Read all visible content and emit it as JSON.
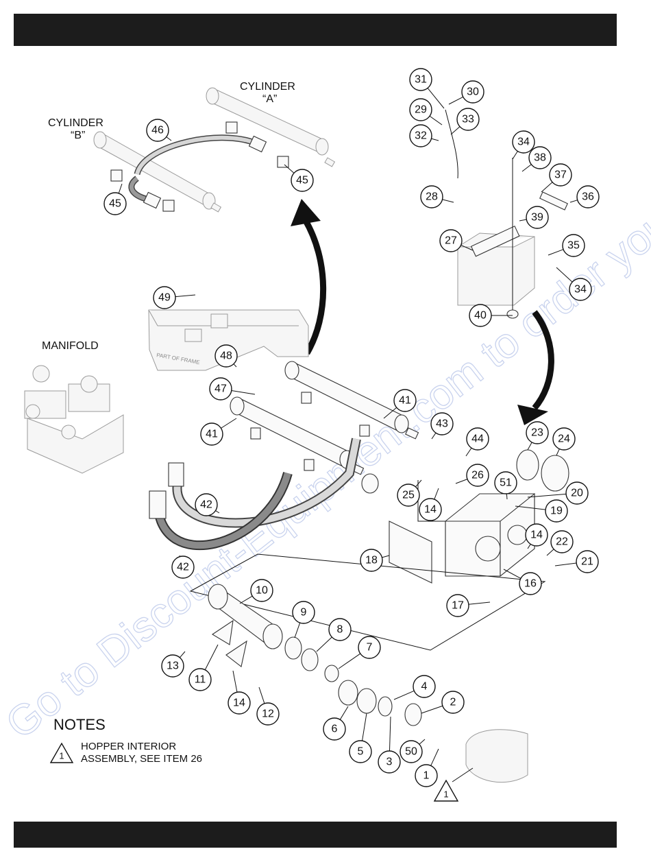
{
  "watermark": "Go to Discount-Equipment.com to order your parts",
  "labels": {
    "cylinder_a": "CYLINDER",
    "cylinder_a_id": "“A”",
    "cylinder_b": "CYLINDER",
    "cylinder_b_id": "“B”",
    "manifold": "MANIFOLD",
    "frame": "PART OF FRAME"
  },
  "notes": {
    "title": "NOTES",
    "symbol": "1",
    "line1": "HOPPER INTERIOR",
    "line2": "ASSEMBLY, SEE ITEM 26"
  },
  "callouts": [
    "31",
    "30",
    "29",
    "33",
    "32",
    "34",
    "38",
    "37",
    "36",
    "28",
    "39",
    "27",
    "35",
    "34",
    "40",
    "46",
    "45",
    "45",
    "49",
    "48",
    "47",
    "41",
    "41",
    "43",
    "44",
    "25",
    "26",
    "14",
    "23",
    "24",
    "20",
    "51",
    "19",
    "42",
    "42",
    "18",
    "14",
    "22",
    "21",
    "16",
    "17",
    "10",
    "9",
    "8",
    "7",
    "13",
    "11",
    "14",
    "12",
    "4",
    "2",
    "6",
    "5",
    "3",
    "50",
    "1"
  ],
  "hopper_note_marker": "1"
}
